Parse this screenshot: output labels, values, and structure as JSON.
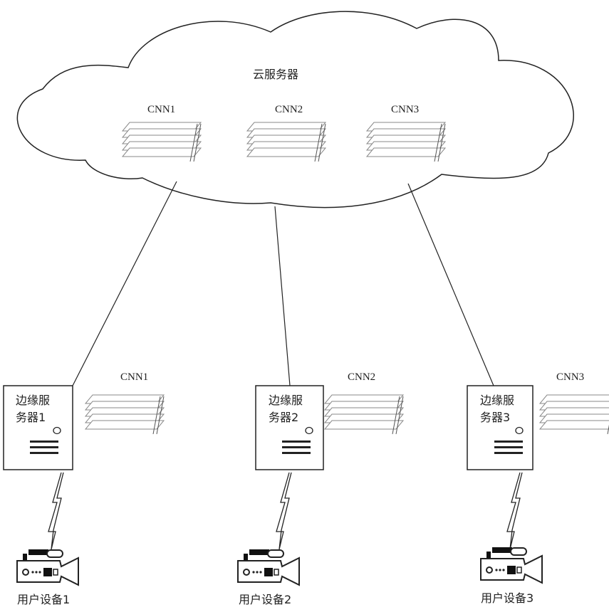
{
  "cloud": {
    "label": "云服务器",
    "models": [
      "CNN1",
      "CNN2",
      "CNN3"
    ]
  },
  "edges": [
    {
      "line1": "边缘服",
      "line2": "务器1",
      "model": "CNN1",
      "device": "用户设备1"
    },
    {
      "line1": "边缘服",
      "line2": "务器2",
      "model": "CNN2",
      "device": "用户设备2"
    },
    {
      "line1": "边缘服",
      "line2": "务器3",
      "model": "CNN3",
      "device": "用户设备3"
    }
  ],
  "colors": {
    "stroke": "#222222",
    "layer_stroke": "#888888",
    "background": "#ffffff"
  },
  "icons": {
    "server": "server-icon",
    "camera": "video-camera-icon",
    "wireless": "wireless-link-icon",
    "cloud": "cloud-icon",
    "model": "cnn-layer-stack-icon"
  }
}
